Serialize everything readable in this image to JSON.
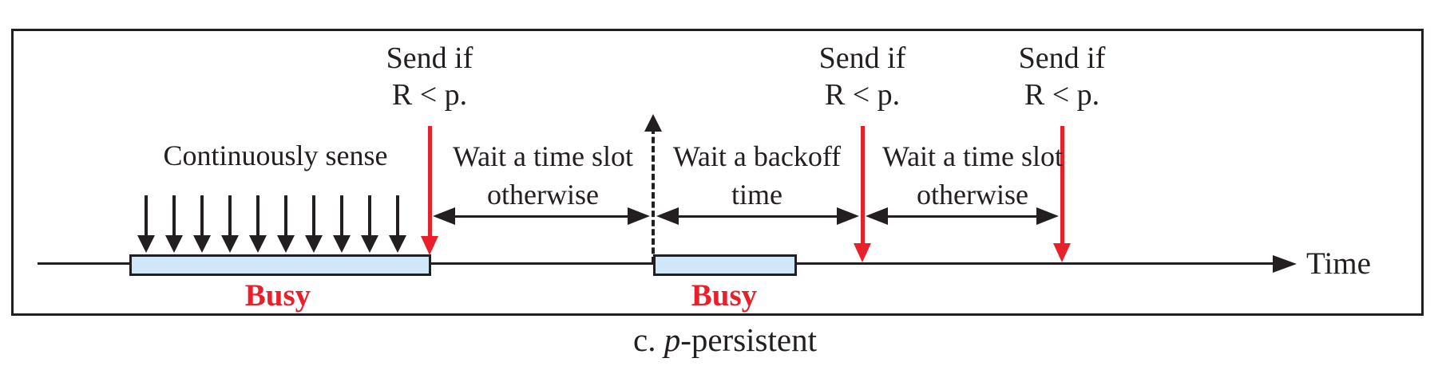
{
  "colors": {
    "ink": "#231f20",
    "accent_red": "#e8202a",
    "busy_fill": "#cfe7f8"
  },
  "timeline": {
    "label": "Time"
  },
  "sense": {
    "label": "Continuously sense",
    "arrow_count": 10
  },
  "send_labels": [
    {
      "line1": "Send if",
      "line2": "R < p."
    },
    {
      "line1": "Send if",
      "line2": "R < p."
    },
    {
      "line1": "Send if",
      "line2": "R < p."
    }
  ],
  "wait_labels": [
    {
      "line1": "Wait a time slot",
      "line2": "otherwise"
    },
    {
      "line1": "Wait a backoff",
      "line2": "time"
    },
    {
      "line1": "Wait a time slot",
      "line2": "otherwise"
    }
  ],
  "busy_segments": [
    {
      "label": "Busy"
    },
    {
      "label": "Busy"
    }
  ],
  "caption": {
    "prefix": "c. ",
    "emphasis": "p",
    "suffix": "-persistent"
  }
}
